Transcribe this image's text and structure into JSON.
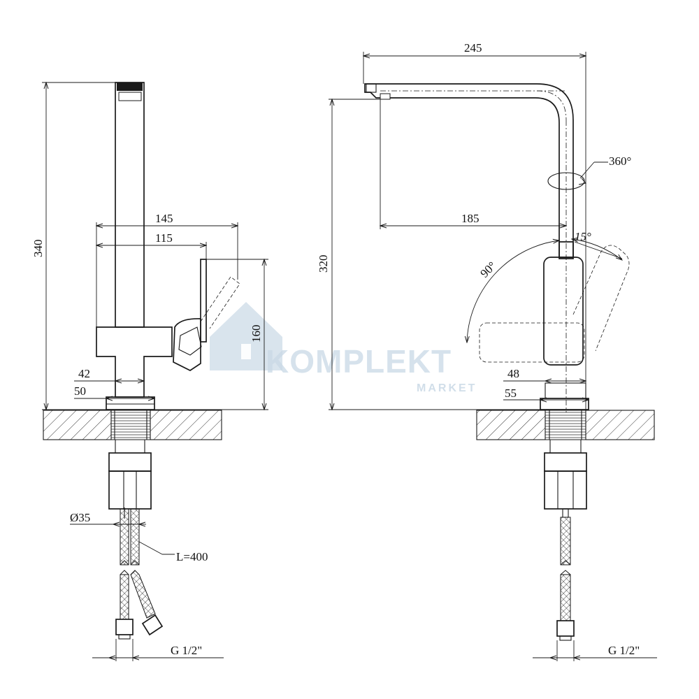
{
  "side_view": {
    "dims": {
      "total_height": "340",
      "width_outer": "145",
      "width_inner": "115",
      "handle_height": "160",
      "base_inner": "42",
      "base_outer": "50",
      "body_diameter": "Ø35",
      "hose_length": "L=400",
      "thread": "G 1/2\""
    }
  },
  "front_view": {
    "dims": {
      "reach": "245",
      "height": "320",
      "spout_reach": "185",
      "rotation": "360°",
      "lever_tilt": "15°",
      "lever_swing": "90°",
      "base_inner": "48",
      "base_outer": "55",
      "thread": "G 1/2\""
    }
  },
  "watermark": {
    "brand": "KOMPLEKT",
    "sub": "MARKET"
  },
  "colors": {
    "line": "#1a1a1a",
    "watermark": "#c9d9e6"
  }
}
